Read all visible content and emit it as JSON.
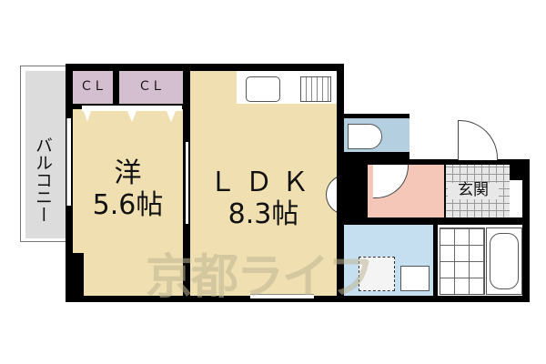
{
  "floorplan": {
    "rooms": {
      "balcony": {
        "label": "バルコニー",
        "color": "#dcdcdc"
      },
      "closet_1": {
        "label": "ＣＬ",
        "color": "#d4bfd0"
      },
      "closet_2": {
        "label": "ＣＬ",
        "color": "#d4bfd0"
      },
      "western_room": {
        "label_type": "洋",
        "label_size": "5.6帖",
        "color": "#f0dfb0"
      },
      "ldk": {
        "label_type": "ＬＤＫ",
        "label_size": "8.3帖",
        "color": "#f0dfb0"
      },
      "toilet": {
        "color": "#b4cfe0"
      },
      "hallway": {
        "color": "#f5c7b8"
      },
      "entrance": {
        "label": "玄関",
        "color": "#e8e8e8"
      },
      "washroom": {
        "color": "#c6dff0"
      },
      "bathroom": {
        "color": "#ffffff"
      }
    },
    "watermark": "京都ライフ",
    "colors": {
      "wall": "#000000",
      "background": "#ffffff"
    }
  }
}
